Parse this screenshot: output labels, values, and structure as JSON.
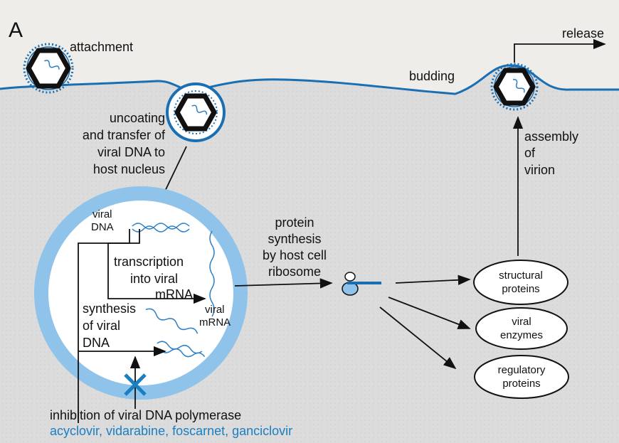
{
  "panel_label": "A",
  "labels": {
    "attachment": "attachment",
    "release": "release",
    "budding": "budding",
    "uncoating": [
      "uncoating",
      "and transfer of",
      "viral DNA to",
      "host nucleus"
    ],
    "assembly": [
      "assembly",
      "of",
      "virion"
    ],
    "viral_dna": [
      "viral",
      "DNA"
    ],
    "protein_synthesis": [
      "protein",
      "synthesis",
      "by host cell",
      "ribosome"
    ],
    "transcription": [
      "transcription",
      "into viral",
      "mRNA"
    ],
    "synthesis_viral_dna": [
      "synthesis",
      "of viral",
      "DNA"
    ],
    "viral_mrna": [
      "viral",
      "mRNA"
    ],
    "structural_proteins": [
      "structural",
      "proteins"
    ],
    "viral_enzymes": [
      "viral",
      "enzymes"
    ],
    "regulatory_proteins": [
      "regulatory",
      "proteins"
    ],
    "inhibition": "inhibition of viral DNA polymerase",
    "drugs": "acyclovir, vidarabine, foscarnet, ganciclovir"
  },
  "colors": {
    "membrane": "#1a6fb3",
    "nucleus": "#8fc3ea",
    "cytoplasm": "#dcdcdc",
    "block_mark": "#1a7fc0",
    "drug_text": "#1a7fc0"
  },
  "icons": [
    "virus-icon",
    "ribosome-icon",
    "inhibition-x-icon"
  ]
}
